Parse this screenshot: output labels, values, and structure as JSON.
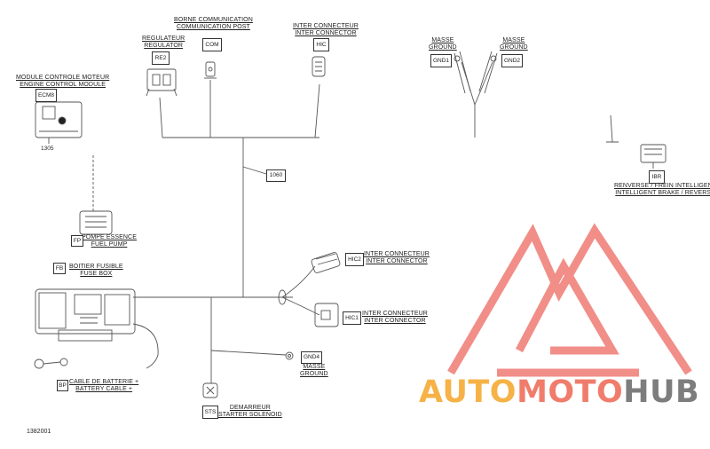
{
  "labels": {
    "borne_fr": "BORNE COMMUNICATION",
    "borne_en": "COMMUNICATION POST",
    "regulateur_fr": "REGULATEUR",
    "regulateur_en": "REGULATOR",
    "inter_top_fr": "INTER CONNECTEUR",
    "inter_top_en": "INTER CONNECTOR",
    "masse1_fr": "MASSE",
    "masse1_en": "GROUND",
    "masse2_fr": "MASSE",
    "masse2_en": "GROUND",
    "module_fr": "MODULE CONTROLE MOTEUR",
    "module_en": "ENGINE CONTROL MODULE",
    "renverse_fr": "RENVERSE / FREIN INTELLIGENT",
    "renverse_en": "INTELLIGENT BRAKE / REVERSE",
    "pompe_fr": "POMPE ESSENCE",
    "pompe_en": "FUEL PUMP",
    "boitier_fr": "BOITIER FUSIBLE",
    "boitier_en": "FUSE BOX",
    "hic2_fr": "INTER CONNECTEUR",
    "hic2_en": "INTER CONNECTOR",
    "hic1_fr": "INTER CONNECTEUR",
    "hic1_en": "INTER CONNECTOR",
    "masse4_fr": "MASSE",
    "masse4_en": "GROUND",
    "cable_fr": "CABLE DE BATTERIE +",
    "cable_en": "BATTERY CABLE +",
    "demarreur_fr": "DEMARREUR",
    "demarreur_en": "STARTER SOLENOID"
  },
  "codes": {
    "com": "COM",
    "re2": "RE2",
    "hic": "HIC",
    "gnd1": "GND1",
    "gnd2": "GND2",
    "ecm8": "ECM8",
    "ibr": "IBR",
    "fp": "FP",
    "fb": "FB",
    "hic2": "HIC2",
    "hic1": "HIC1",
    "gnd4": "GND4",
    "bp": "BP",
    "sts": "STS",
    "harness": "1060",
    "ecm_part": "1305",
    "figure": "1382001"
  },
  "watermark": {
    "part1": "AUTO",
    "part2": "MOTO",
    "part3": "HUB",
    "colors": {
      "orange": "#f6b247",
      "red": "#f07c6c",
      "gray": "#7d7d7d",
      "logo": "#ef7b74"
    }
  }
}
